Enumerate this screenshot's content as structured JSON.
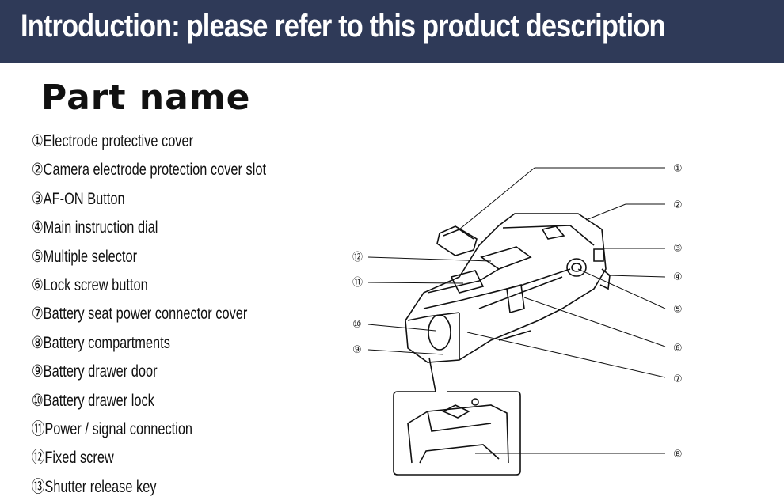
{
  "header": {
    "banner_title": "Introduction: please refer to this product description",
    "banner_color": "#2f3a58"
  },
  "section": {
    "title": "Part name"
  },
  "parts": [
    "①Electrode protective cover",
    "②Camera electrode protection cover slot",
    "③AF-ON Button",
    "④Main instruction dial",
    "⑤Multiple selector",
    "⑥Lock screw button",
    "⑦Battery seat power connector cover",
    "⑧Battery compartments",
    "⑨Battery drawer door",
    "⑩Battery drawer lock",
    "⑪Power / signal connection",
    "⑫Fixed screw",
    "⑬Shutter release key"
  ],
  "diagram": {
    "callouts_right": [
      "①",
      "②",
      "③",
      "④",
      "⑤",
      "⑥",
      "⑦",
      "⑧"
    ],
    "callouts_left": [
      "⑫",
      "⑪",
      "⑩",
      "⑨"
    ]
  }
}
